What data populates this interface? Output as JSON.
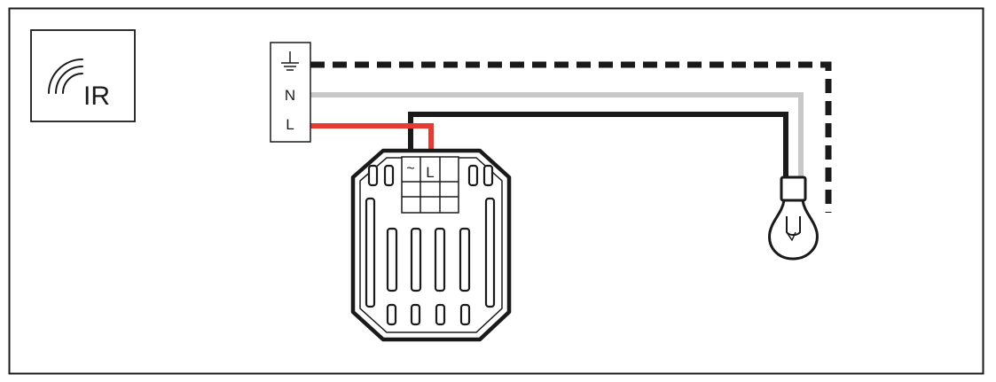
{
  "ir_badge": {
    "label": "IR",
    "icon": "infrared-signal-icon"
  },
  "terminal_block": {
    "earth_icon": "earth-ground-icon",
    "neutral_label": "N",
    "live_label": "L"
  },
  "module": {
    "load_symbol": "~",
    "live_label": "L"
  },
  "load": {
    "icon": "light-bulb-icon"
  },
  "colors": {
    "frame": "#1a1a1a",
    "earth_wire": "#1a1a1a",
    "neutral_wire": "#c8c8c8",
    "live_wire": "#e63a32",
    "switched_live_wire": "#1a1a1a"
  }
}
